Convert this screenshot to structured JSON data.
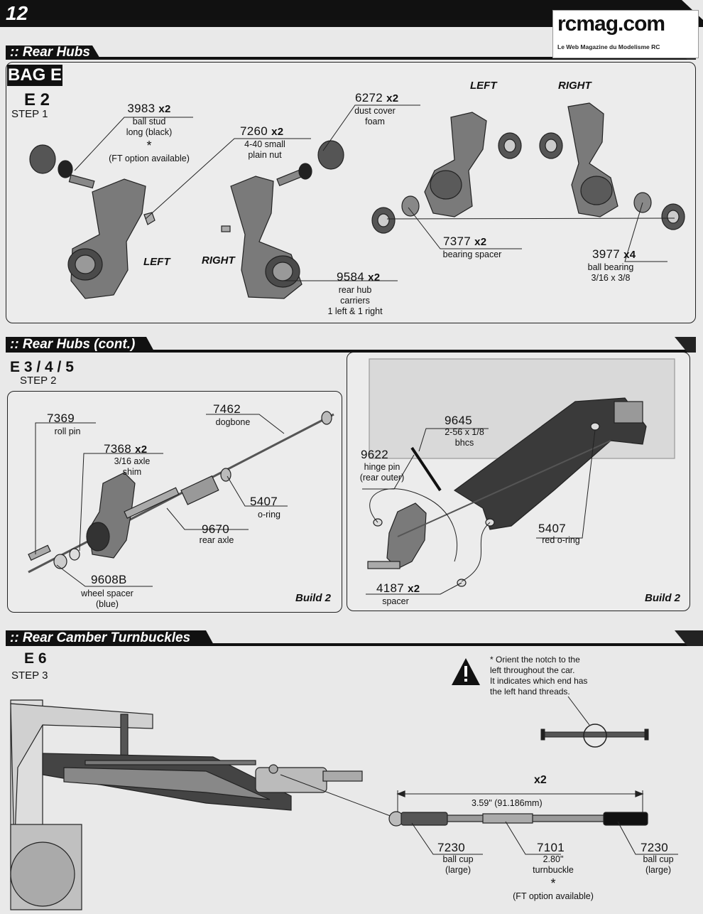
{
  "page": {
    "number": "12"
  },
  "logo": {
    "brand": "rcmag.com",
    "tagline": "Le Web Magazine du Modelisme RC"
  },
  "section1": {
    "title": ":: Rear Hubs",
    "bag": "BAG E",
    "step_code": "E 2",
    "step_label": "STEP 1",
    "label_left_top": "LEFT",
    "label_right_top": "RIGHT",
    "label_left_bottom": "LEFT",
    "label_right_bottom": "RIGHT",
    "parts": [
      {
        "num": "3983",
        "qty": "x2",
        "desc": [
          "ball stud",
          "long (black)",
          "*",
          "(FT option available)"
        ]
      },
      {
        "num": "7260",
        "qty": "x2",
        "desc": [
          "4-40 small",
          "plain nut"
        ]
      },
      {
        "num": "6272",
        "qty": "x2",
        "desc": [
          "dust cover",
          "foam"
        ]
      },
      {
        "num": "7377",
        "qty": "x2",
        "desc": [
          "bearing spacer"
        ]
      },
      {
        "num": "3977",
        "qty": "x4",
        "desc": [
          "ball bearing",
          "3/16 x 3/8"
        ]
      },
      {
        "num": "9584",
        "qty": "x2",
        "desc": [
          "rear hub",
          "carriers",
          "1 left & 1 right"
        ]
      }
    ]
  },
  "section2": {
    "title": ":: Rear Hubs (cont.)",
    "step_code": "E 3 / 4 / 5",
    "step_label": "STEP 2",
    "build_left": "Build 2",
    "build_right": "Build 2",
    "left_parts": [
      {
        "num": "7369",
        "qty": "",
        "desc": [
          "roll pin"
        ]
      },
      {
        "num": "7462",
        "qty": "",
        "desc": [
          "dogbone"
        ]
      },
      {
        "num": "7368",
        "qty": "x2",
        "desc": [
          "3/16 axle",
          "shim"
        ]
      },
      {
        "num": "5407",
        "qty": "",
        "desc": [
          "o-ring"
        ]
      },
      {
        "num": "9670",
        "qty": "",
        "desc": [
          "rear axle"
        ]
      },
      {
        "num": "9608B",
        "qty": "",
        "desc": [
          "wheel spacer",
          "(blue)"
        ]
      }
    ],
    "right_parts": [
      {
        "num": "9645",
        "qty": "",
        "desc": [
          "2-56 x 1/8",
          "bhcs"
        ]
      },
      {
        "num": "9622",
        "qty": "",
        "desc": [
          "hinge pin",
          "(rear outer)"
        ]
      },
      {
        "num": "5407",
        "qty": "",
        "desc": [
          "red o-ring"
        ]
      },
      {
        "num": "4187",
        "qty": "x2",
        "desc": [
          "spacer"
        ]
      }
    ]
  },
  "section3": {
    "title": ":: Rear Camber Turnbuckles",
    "step_code": "E 6",
    "step_label": "STEP 3",
    "warning_lines": [
      "* Orient the notch to the",
      "left throughout the car.",
      "It indicates which end has",
      "the left hand threads."
    ],
    "multiplier": "x2",
    "dimension": "3.59\" (91.186mm)",
    "parts": [
      {
        "num": "7230",
        "qty": "",
        "desc": [
          "ball cup",
          "(large)"
        ]
      },
      {
        "num": "7101",
        "qty": "",
        "desc": [
          "2.80\"",
          "turnbuckle",
          "*",
          "(FT option available)"
        ]
      },
      {
        "num": "7230",
        "qty": "",
        "desc": [
          "ball cup",
          "(large)"
        ]
      }
    ]
  }
}
